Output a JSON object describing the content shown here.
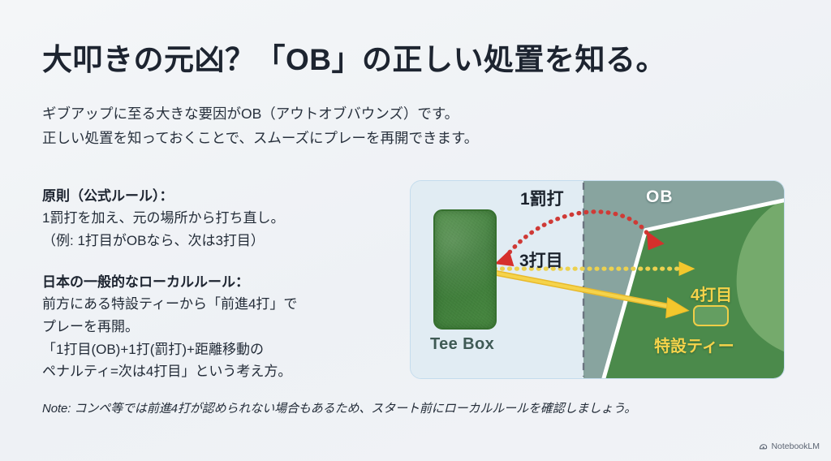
{
  "title": "大叩きの元凶？「OB」の正しい処置を知る。",
  "subtitle": [
    "ギブアップに至る大きな要因がOB（アウトオブバウンズ）です。",
    "正しい処置を知っておくことで、スムーズにプレーを再開できます。"
  ],
  "sections": [
    {
      "heading": "原則（公式ルール）：",
      "lines": [
        "1罰打を加え、元の場所から打ち直し。",
        "（例: 1打目がOBなら、次は3打目）"
      ]
    },
    {
      "heading": "日本の一般的なローカルルール：",
      "lines": [
        "前方にある特設ティーから「前進4打」で",
        "プレーを再開。",
        "「1打目(OB)+1打(罰打)+距離移動の",
        "ペナルティ=次は4打目」という考え方。"
      ]
    }
  ],
  "note": "Note: コンペ等では前進4打が認められない場合もあるため、スタート前にローカルルールを確認しましょう。",
  "diagram": {
    "tee_box_label": "Tee Box",
    "ob_label": "OB",
    "penalty_label": "1罰打",
    "shot3_label": "3打目",
    "shot4_label": "4打目",
    "special_tee_label": "特設ティー",
    "colors": {
      "panel_bg": "#e1ecf3",
      "panel_border": "#c4dced",
      "fairway": "#4b8a4b",
      "fairway_light": "#7caf72",
      "ob_overlay": "#8aa6a2",
      "tee_green": "#3f7f3a",
      "penalty_arrow": "#d32f2f",
      "advance_arrow": "#f0c82e",
      "boundary_line": "#ffffff",
      "divider_dash": "#6b7480"
    }
  },
  "watermark": {
    "label": "NotebookLM",
    "icon": "notebooklm-logo-icon"
  }
}
